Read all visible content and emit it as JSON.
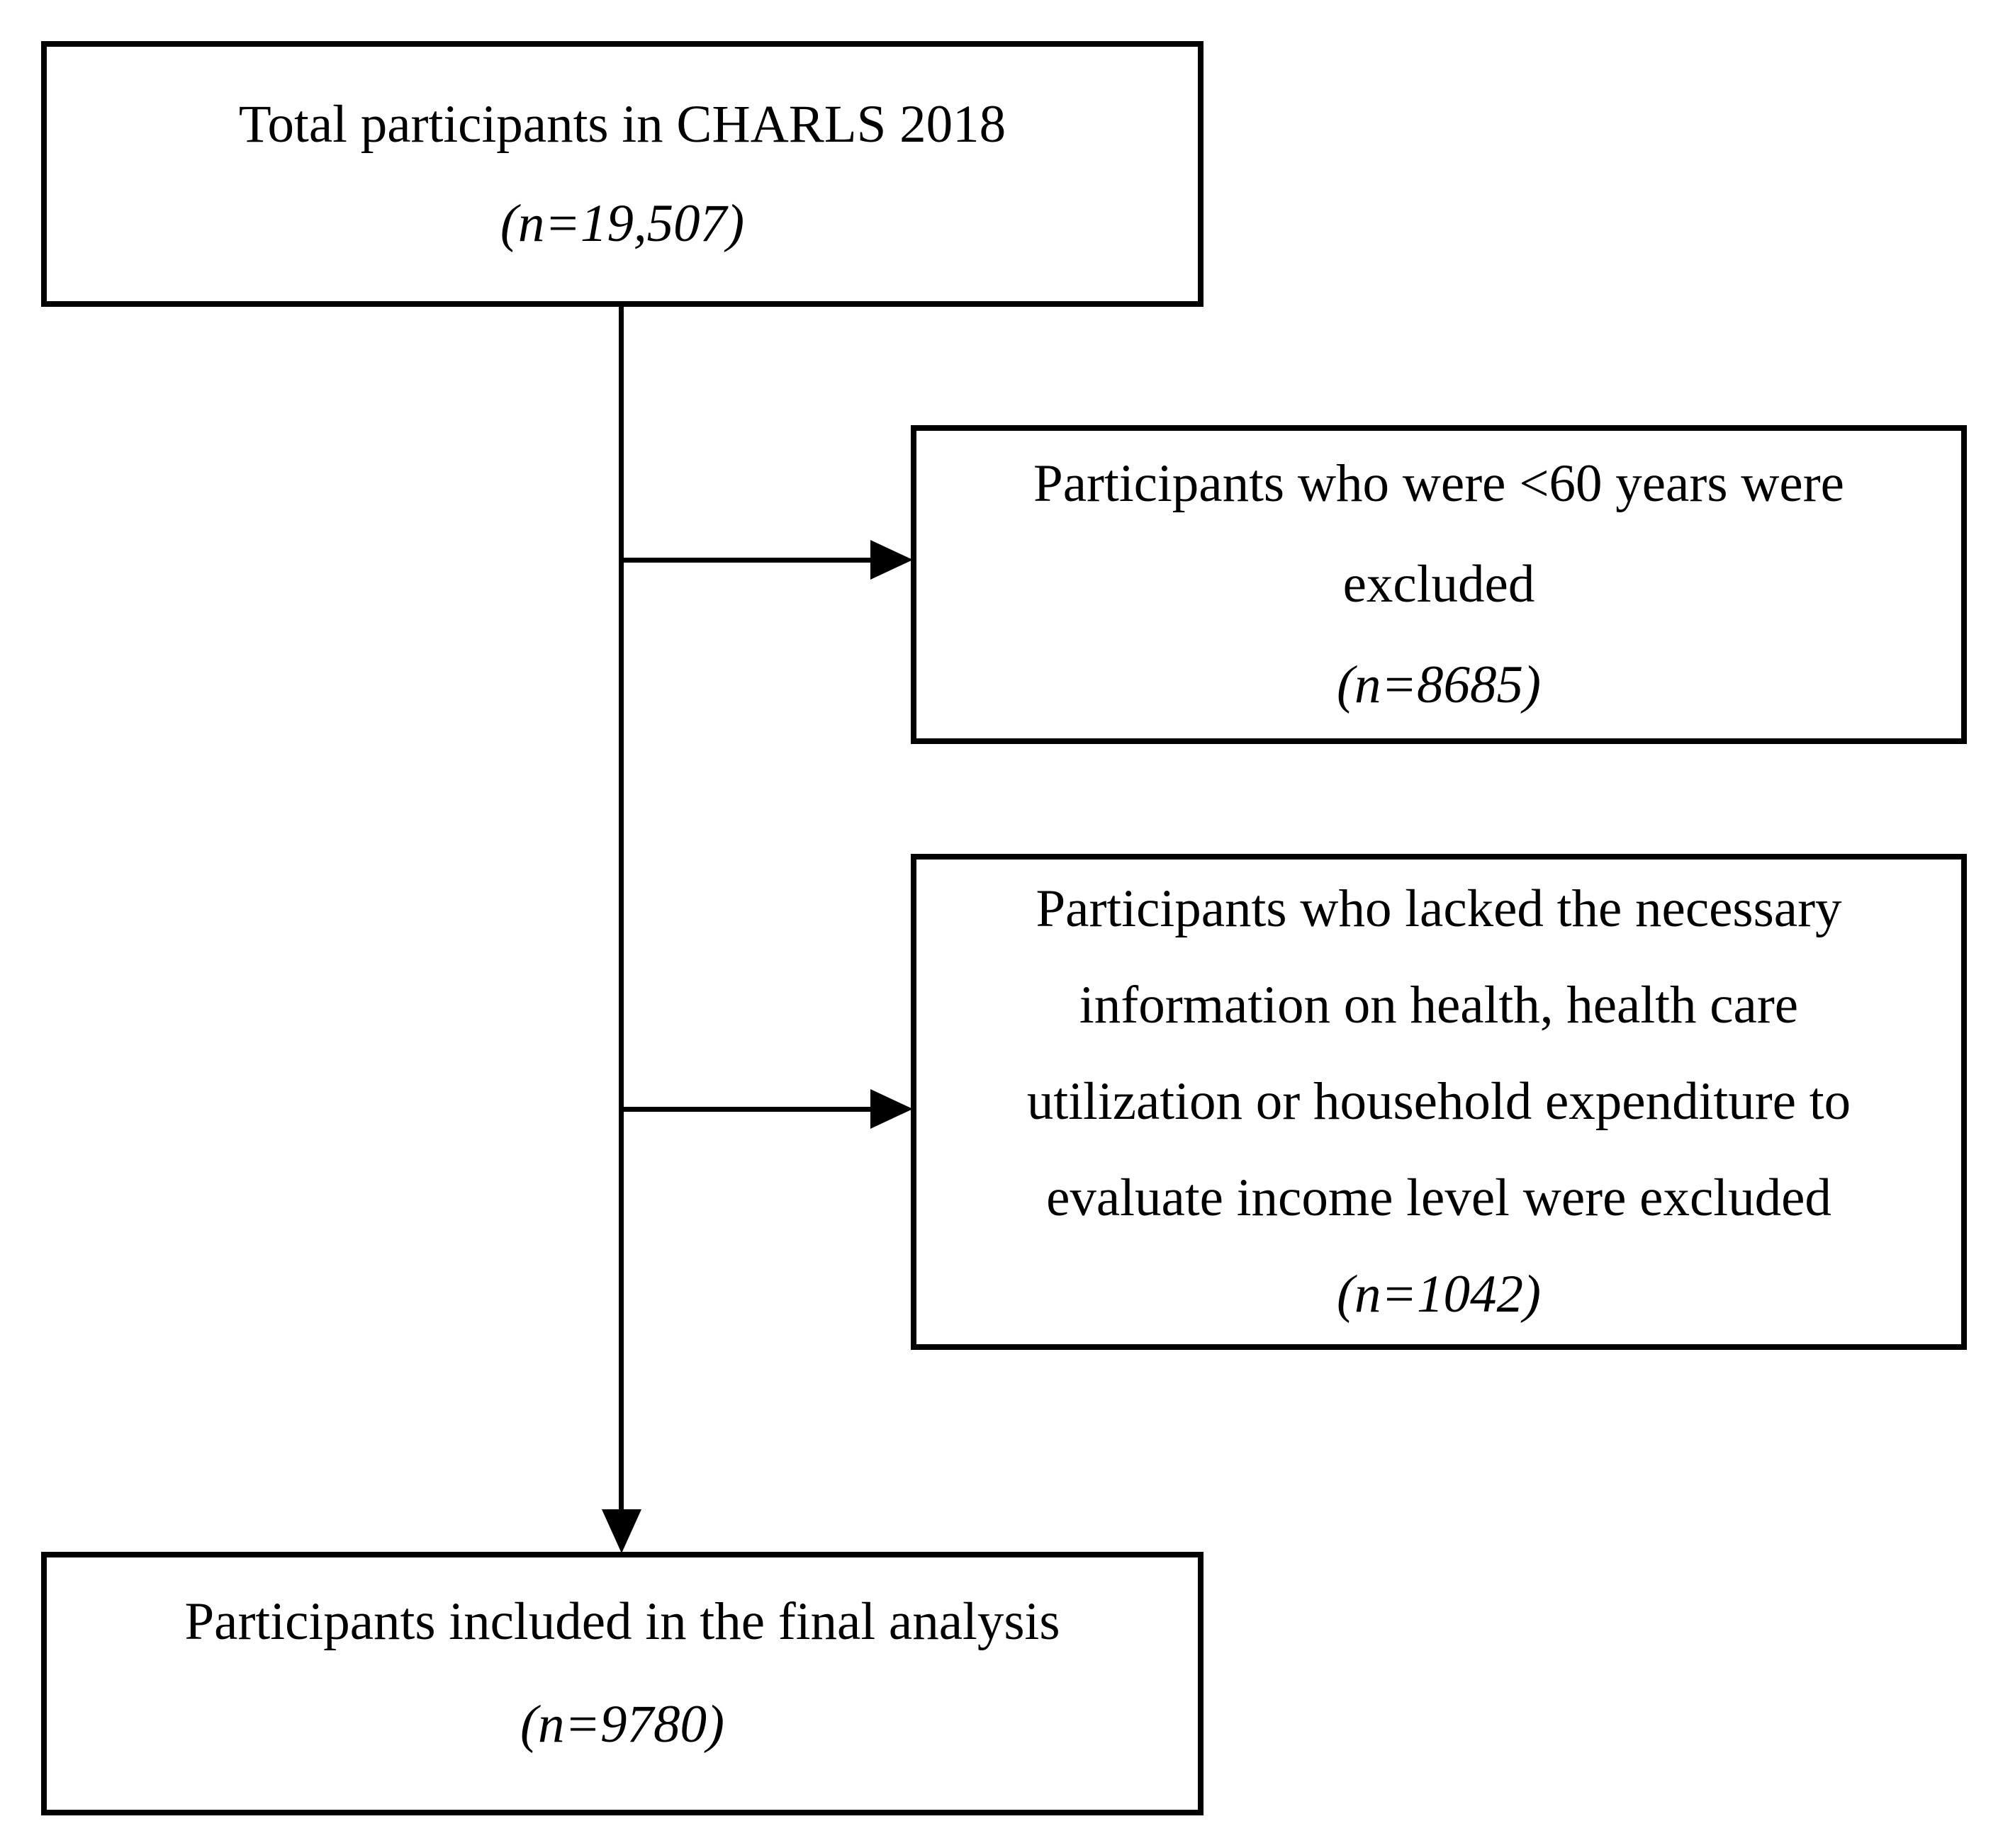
{
  "colors": {
    "background": "#ffffff",
    "box_border": "#000000",
    "text": "#000000",
    "connector": "#000000"
  },
  "boxes": {
    "total": {
      "line1": "Total participants in CHARLS 2018",
      "n": "(n=19,507)"
    },
    "excluded_age": {
      "line1": "Participants who were <60 years were",
      "line2": "excluded",
      "n": "(n=8685)"
    },
    "excluded_missing": {
      "line1": "Participants who lacked the necessary",
      "line2": "information on health, health care",
      "line3": "utilization or household expenditure to",
      "line4": "evaluate income level were excluded",
      "n": "(n=1042)"
    },
    "final": {
      "line1": "Participants included in the final analysis",
      "n": "(n=9780)"
    }
  }
}
